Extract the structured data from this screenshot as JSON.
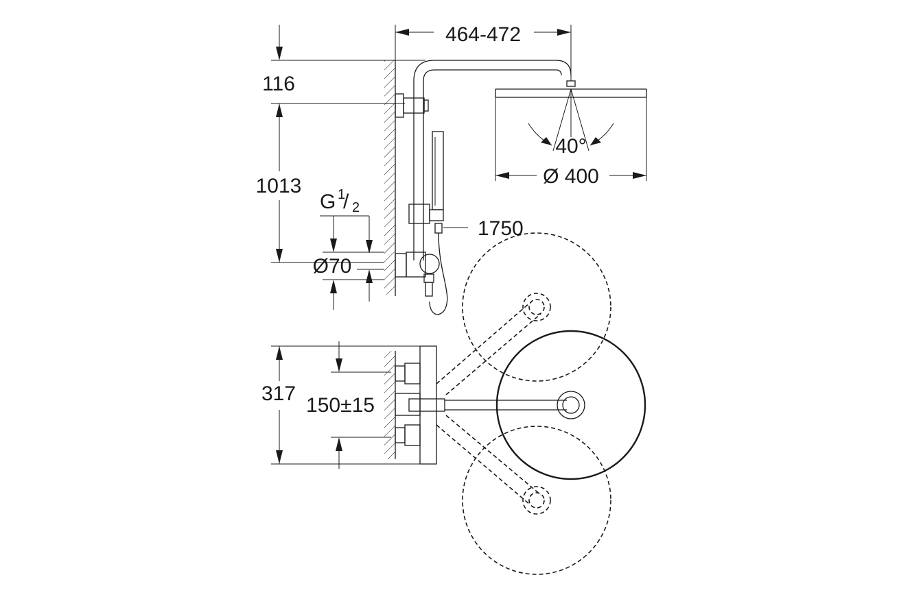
{
  "drawing": {
    "dim_width": "464-472",
    "dim_116": "116",
    "dim_1013": "1013",
    "thread_G": "G",
    "thread_num": "1",
    "thread_den": "2",
    "dim_diameter_70": "Ø70",
    "dim_1750": "1750",
    "angle": "40°",
    "head_diameter": "Ø 400",
    "dim_317": "317",
    "dim_150": "150±15"
  }
}
